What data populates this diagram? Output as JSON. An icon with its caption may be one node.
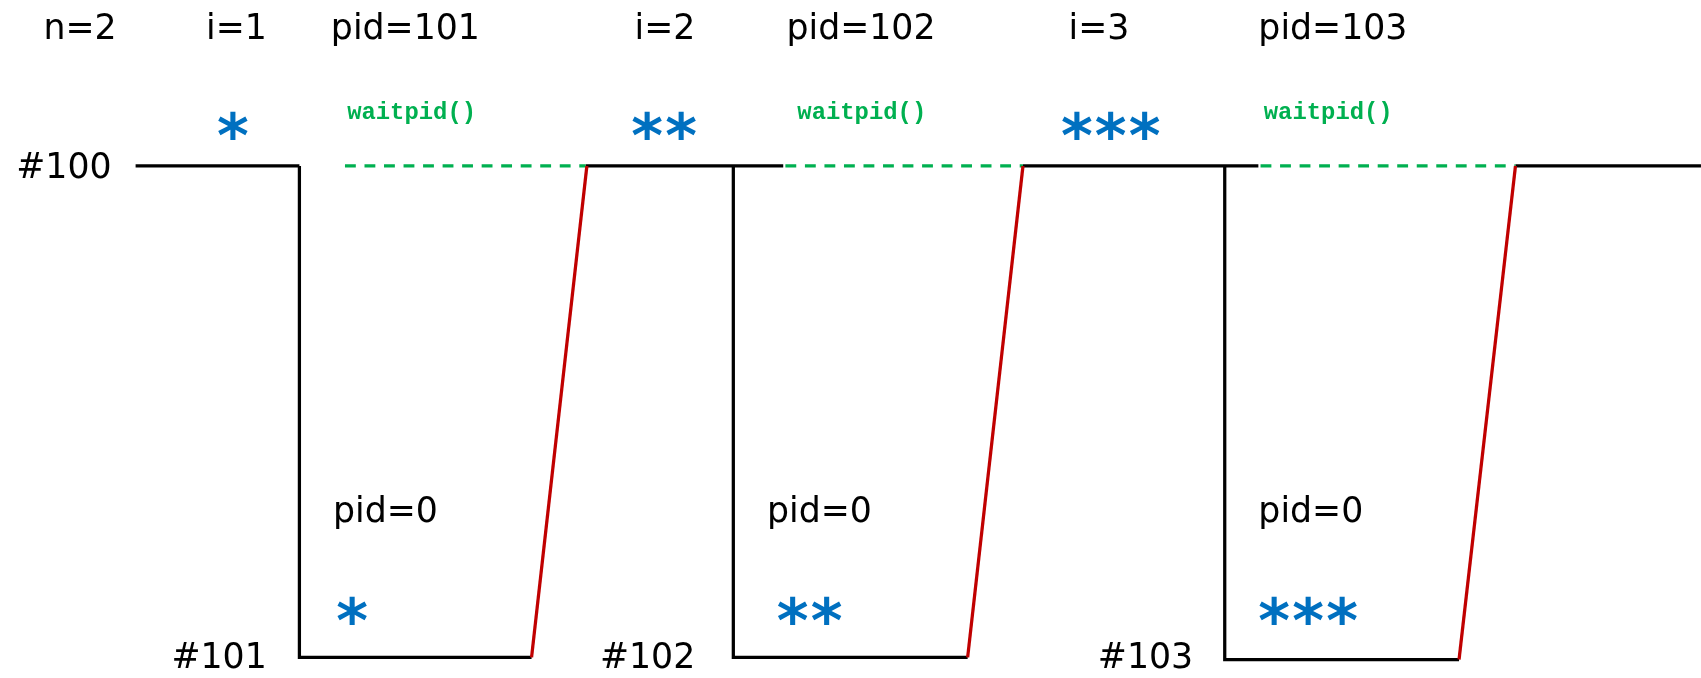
{
  "diagram": {
    "labels": [
      "n=2",
      "i=1",
      "pid=101",
      "i=2",
      "pid=102",
      "i=3",
      "pid=103",
      "*",
      "waitpid()",
      "**",
      "waitpid()",
      "***",
      "waitpid()",
      "#100",
      "pid=0",
      "pid=0",
      "pid=0",
      "*",
      "**",
      "***",
      "#101",
      "#102",
      "#103"
    ]
  }
}
